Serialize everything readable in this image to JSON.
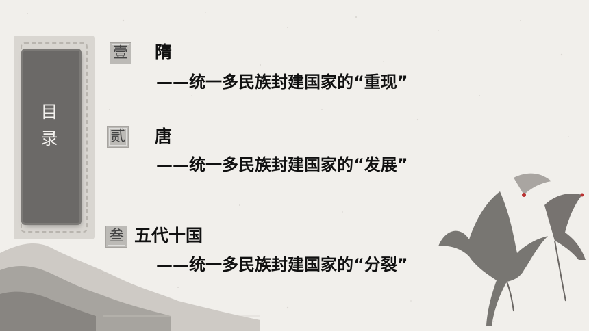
{
  "toc": {
    "title": "目录"
  },
  "items": [
    {
      "badge": "壹",
      "dynasty": "隋",
      "subtitle": "——统一多民族封建国家的“重现”"
    },
    {
      "badge": "贰",
      "dynasty": "唐",
      "subtitle": "——统一多民族封建国家的“发展”"
    },
    {
      "badge": "叁",
      "dynasty": "五代十国",
      "subtitle": "——统一多民族封建国家的“分裂”"
    }
  ],
  "colors": {
    "background": "#f1efeb",
    "toc_panel": "#6b6967",
    "badge": "#bcbab6",
    "text": "#111111"
  }
}
